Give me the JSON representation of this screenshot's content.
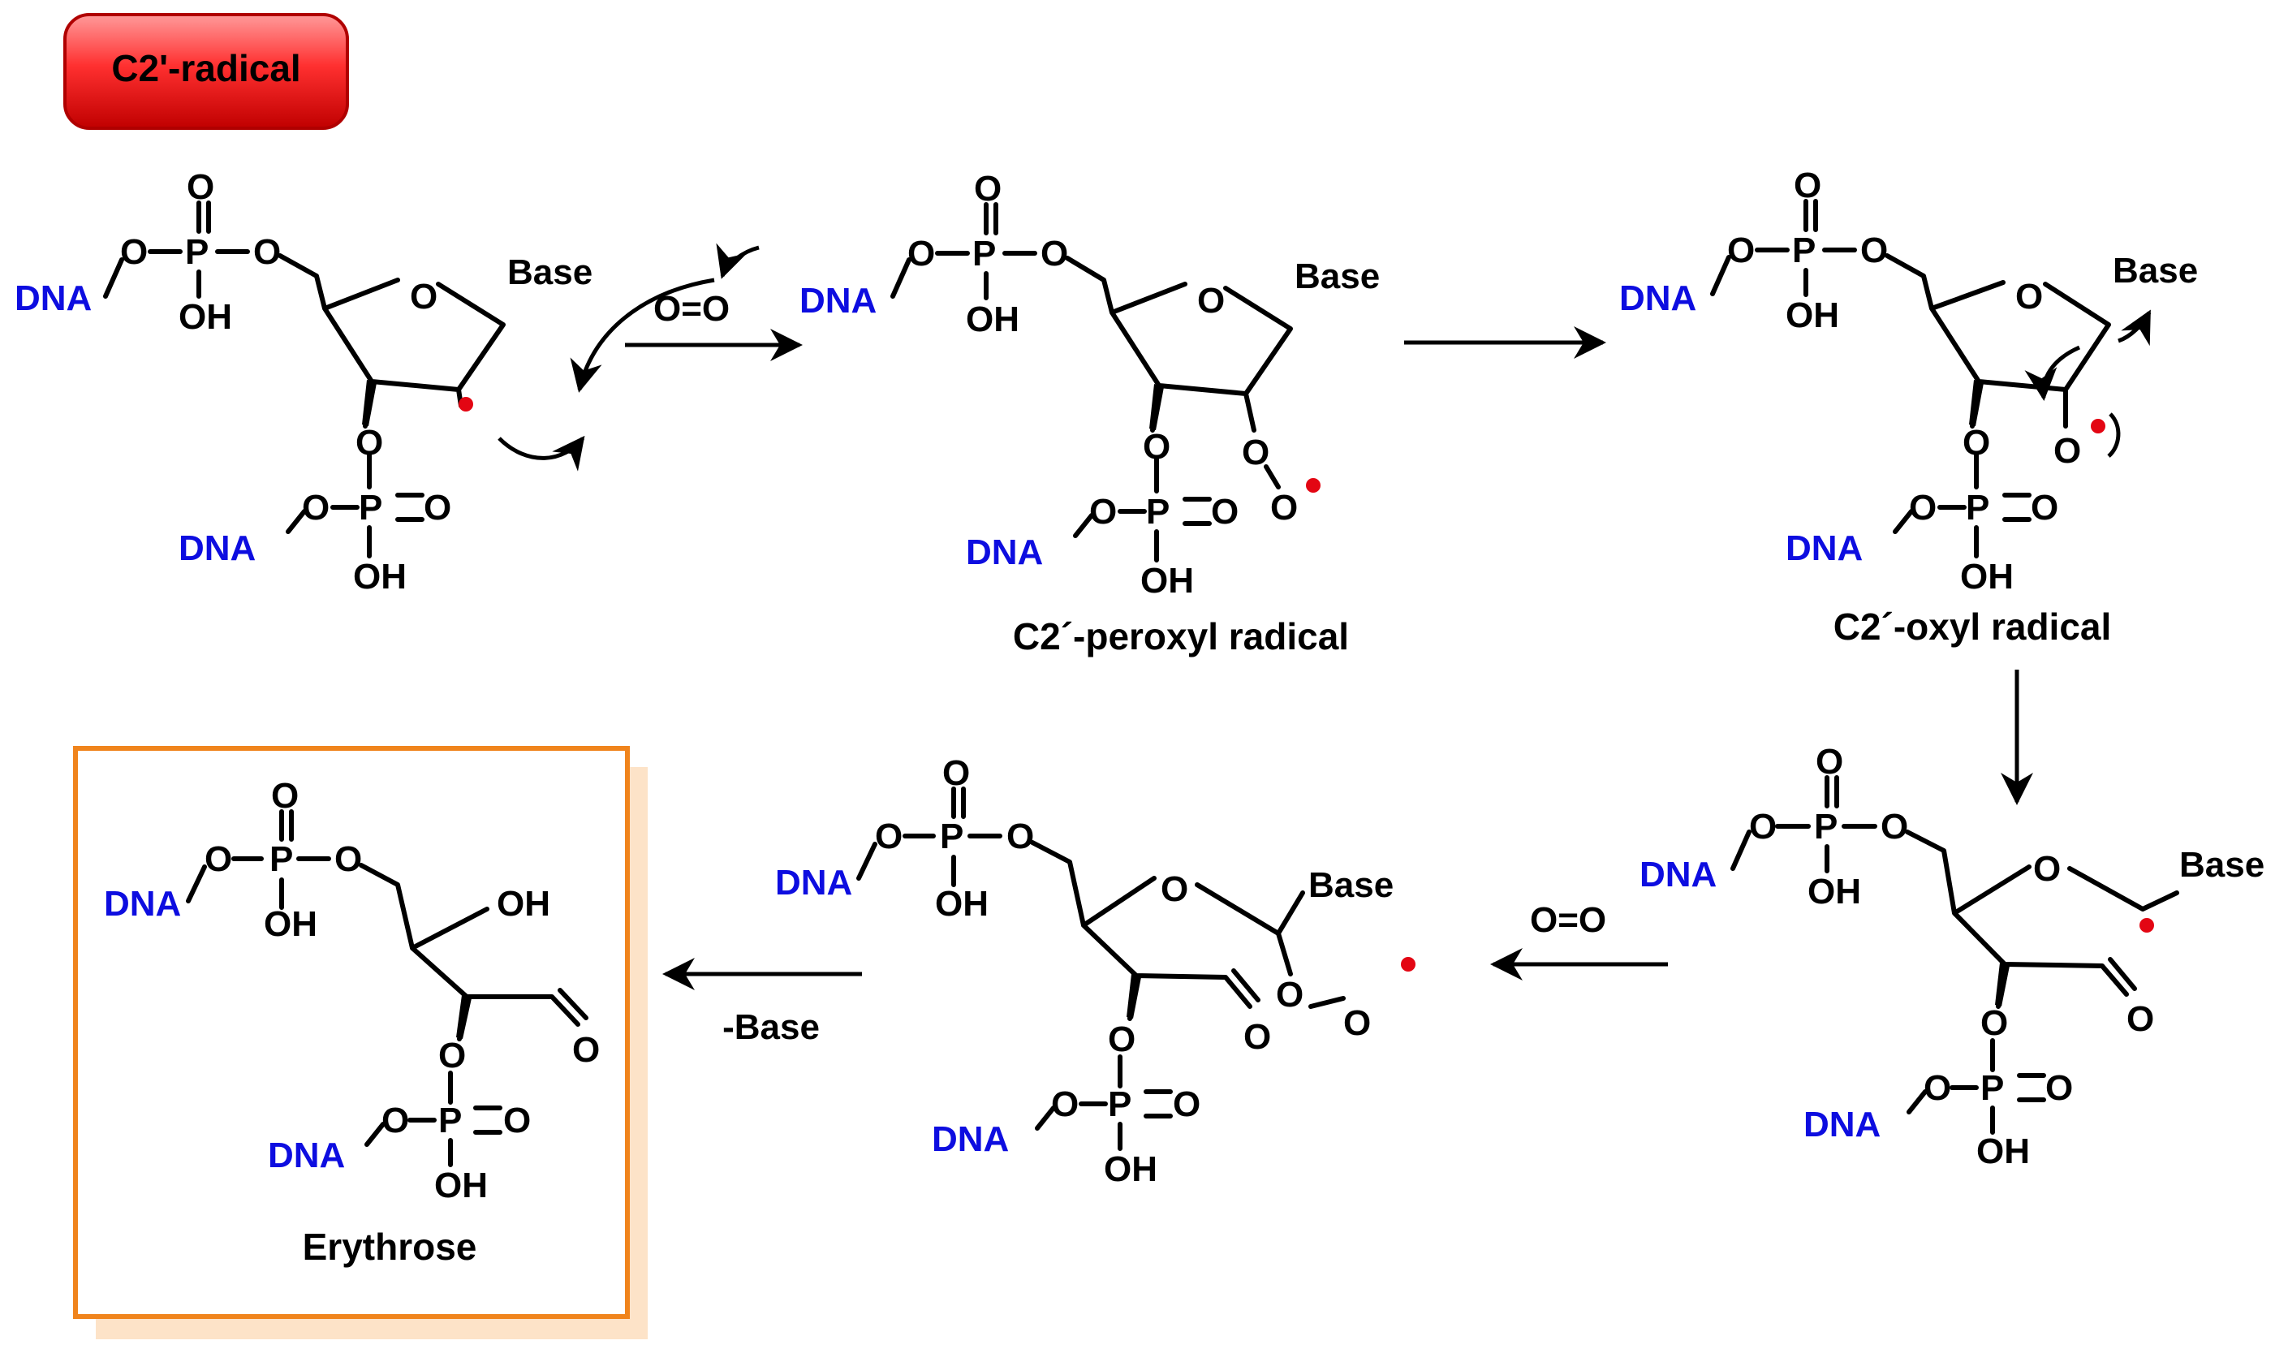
{
  "badge": {
    "label": "C2'-radical",
    "color": "#e30613"
  },
  "labels": {
    "base": "Base",
    "dna": "DNA",
    "oxygen": "O",
    "phosphorus": "P",
    "hydroxyl": "OH",
    "oxygen_gas": "O=O"
  },
  "captions": {
    "peroxyl": "C2´-peroxyl radical",
    "oxyl": "C2´-oxyl radical",
    "erythrose": "Erythrose"
  },
  "arrows": {
    "base_loss": "-Base"
  },
  "colors": {
    "dna_text": "#0d0de0",
    "radical_dot": "#e30613",
    "product_box": "#f0841c",
    "box_shadow": "#fde3c8"
  }
}
